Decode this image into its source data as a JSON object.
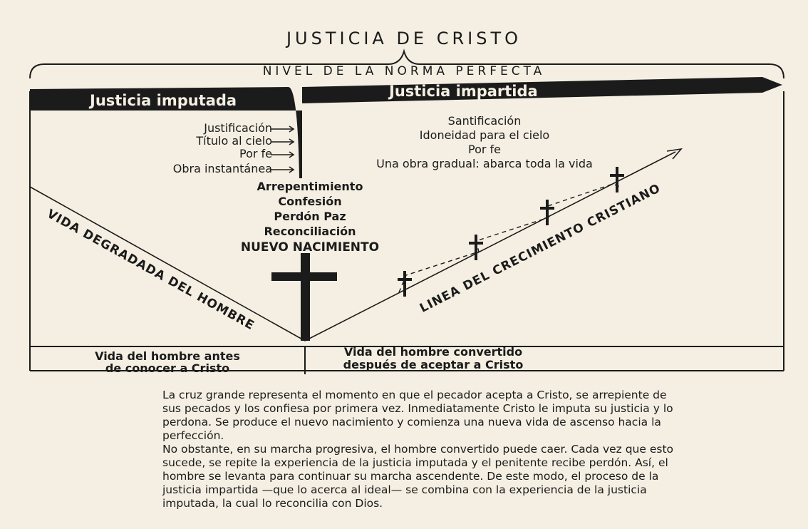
{
  "title": "JUSTICIA DE CRISTO",
  "level_label": "NIVEL DE LA NORMA PERFECTA",
  "bands": {
    "imputed": "Justicia imputada",
    "imparted": "Justicia impartida"
  },
  "imputed_items": [
    "Justificación",
    "Título al cielo",
    "Por fe",
    "Obra instantánea"
  ],
  "center_items": [
    "Arrepentimiento",
    "Confesión",
    "Perdón Paz",
    "Reconciliación",
    "NUEVO NACIMIENTO"
  ],
  "imparted_items": [
    "Santificación",
    "Idoneidad para el cielo",
    "Por fe",
    "Una obra gradual: abarca toda la vida"
  ],
  "left_diagonal_label": "VIDA DEGRADADA DEL HOMBRE",
  "right_diagonal_label": "LINEA DEL CRECIMIENTO CRISTIANO",
  "bottom": {
    "left_line1": "Vida del hombre antes",
    "left_line2": "de conocer a Cristo",
    "right_line1": "Vida del hombre convertido",
    "right_line2": "después de aceptar a Cristo"
  },
  "paragraph": {
    "p1": "La cruz grande representa el momento en que el pecador acepta a Cristo, se arrepiente de sus pecados y los confiesa por primera vez. Inmediatamente Cristo le imputa su justicia y lo perdona. Se produce el nuevo nacimiento y comienza una nueva vida de ascenso hacia la perfección.",
    "p2": "No obstante, en su marcha progresiva, el hombre convertido puede caer. Cada vez que esto sucede, se repite la experiencia de la justicia imputada y el penitente recibe perdón. Así, el hombre se levanta para continuar su marcha ascendente. De este modo, el proceso de la justicia impartida —que lo acerca al ideal— se combina con la experiencia de la justicia imputada, la cual lo reconcilia con Dios."
  },
  "arrow_glyph": "→",
  "colors": {
    "ink": "#1b1b1b",
    "paper": "#f4efe2"
  }
}
